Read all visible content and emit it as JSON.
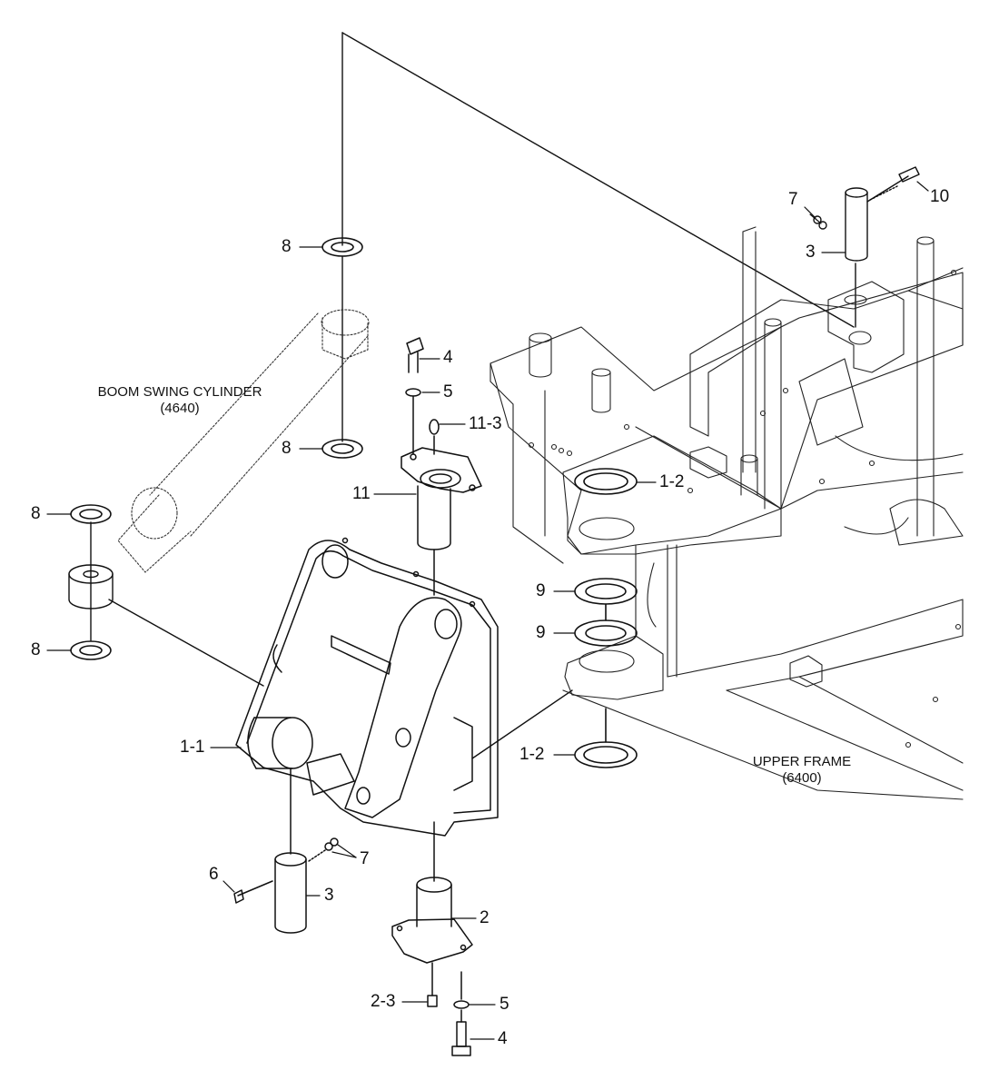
{
  "assemblies": {
    "boom_swing_cylinder": {
      "name": "BOOM SWING CYLINDER",
      "code": "(4640)"
    },
    "upper_frame": {
      "name": "UPPER FRAME",
      "code": "(6400)"
    }
  },
  "callouts": [
    {
      "id": "c-10",
      "text": "10"
    },
    {
      "id": "c-7-top",
      "text": "7"
    },
    {
      "id": "c-3-top",
      "text": "3"
    },
    {
      "id": "c-8-a",
      "text": "8"
    },
    {
      "id": "c-8-b",
      "text": "8"
    },
    {
      "id": "c-8-c",
      "text": "8"
    },
    {
      "id": "c-8-d",
      "text": "8"
    },
    {
      "id": "c-4-top",
      "text": "4"
    },
    {
      "id": "c-5-top",
      "text": "5"
    },
    {
      "id": "c-11-3",
      "text": "11-3"
    },
    {
      "id": "c-11",
      "text": "11"
    },
    {
      "id": "c-1-2-top",
      "text": "1-2"
    },
    {
      "id": "c-9-a",
      "text": "9"
    },
    {
      "id": "c-9-b",
      "text": "9"
    },
    {
      "id": "c-1-2-bot",
      "text": "1-2"
    },
    {
      "id": "c-1-1",
      "text": "1-1"
    },
    {
      "id": "c-7-bot",
      "text": "7"
    },
    {
      "id": "c-6",
      "text": "6"
    },
    {
      "id": "c-3-bot",
      "text": "3"
    },
    {
      "id": "c-2",
      "text": "2"
    },
    {
      "id": "c-2-3",
      "text": "2-3"
    },
    {
      "id": "c-5-bot",
      "text": "5"
    },
    {
      "id": "c-4-bot",
      "text": "4"
    }
  ]
}
